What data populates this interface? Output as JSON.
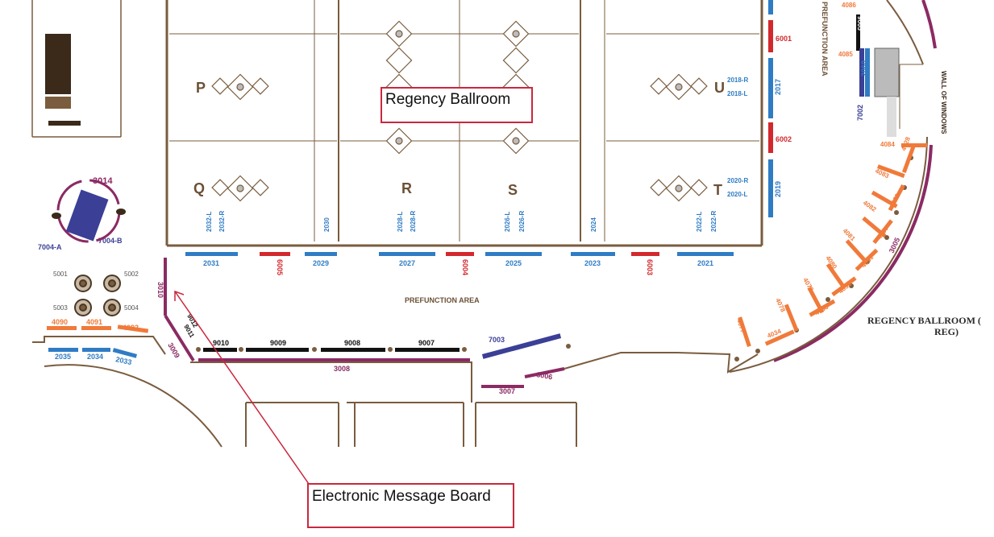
{
  "callouts": {
    "regency_ballroom": "Regency Ballroom",
    "electronic_message_board": "Electronic Message Board"
  },
  "colors": {
    "wall": "#7a5c3e",
    "blue": "#2f7cc4",
    "red": "#d3282d",
    "orange": "#f07a3a",
    "purple": "#8b2a63",
    "navy": "#3b3f96",
    "black": "#111111",
    "callout": "#c9283e"
  },
  "rooms": {
    "P": "P",
    "Q": "Q",
    "R": "R",
    "S": "S",
    "T": "T",
    "U": "U"
  },
  "areas": {
    "prefunction_main": "PREFUNCTION AREA",
    "prefunction_right": "PREFUNCTION AREA",
    "wall_of_windows": "WALL OF WINDOWS",
    "regency_ballroom_line1": "REGENCY BALLROOM (",
    "regency_ballroom_line2": "REG)"
  },
  "blue_banners_bottom": [
    "2031",
    "2029",
    "2027",
    "2025",
    "2023",
    "2021"
  ],
  "red_banners_bottom": [
    "6005",
    "6004",
    "6003"
  ],
  "door_labels": [
    "2032-L",
    "2032-R",
    "2030",
    "2028-L",
    "2028-R",
    "2026-L",
    "2026-R",
    "2024",
    "2022-L",
    "2022-R"
  ],
  "right_wall": {
    "red": [
      "6001",
      "6002"
    ],
    "blue": [
      "2017",
      "2019"
    ],
    "doors": [
      "2018-R",
      "2018-L",
      "2020-R",
      "2020-L"
    ]
  },
  "black_banners": [
    "9010",
    "9009",
    "9008",
    "9007"
  ],
  "small_black": [
    "9012",
    "9011"
  ],
  "purple_labels": [
    "3010",
    "3009",
    "3008",
    "3007",
    "3006",
    "3005",
    "3014"
  ],
  "navy_labels": [
    "7003",
    "7002",
    "7004-A",
    "7004-B",
    "2060"
  ],
  "columns": [
    "5001",
    "5002",
    "5003",
    "5004"
  ],
  "left_orange": [
    "4090",
    "4091",
    "4092"
  ],
  "left_blue": [
    "2035",
    "2034",
    "2033"
  ],
  "arc_orange_outer": [
    "4084",
    "4083",
    "4082",
    "4081",
    "4080",
    "4079",
    "4078",
    "4077"
  ],
  "arc_orange_inner": [
    "4028",
    "4029",
    "4030",
    "4031",
    "4032",
    "4033",
    "4034"
  ],
  "top_right": [
    "4086",
    "4085",
    "9005"
  ]
}
